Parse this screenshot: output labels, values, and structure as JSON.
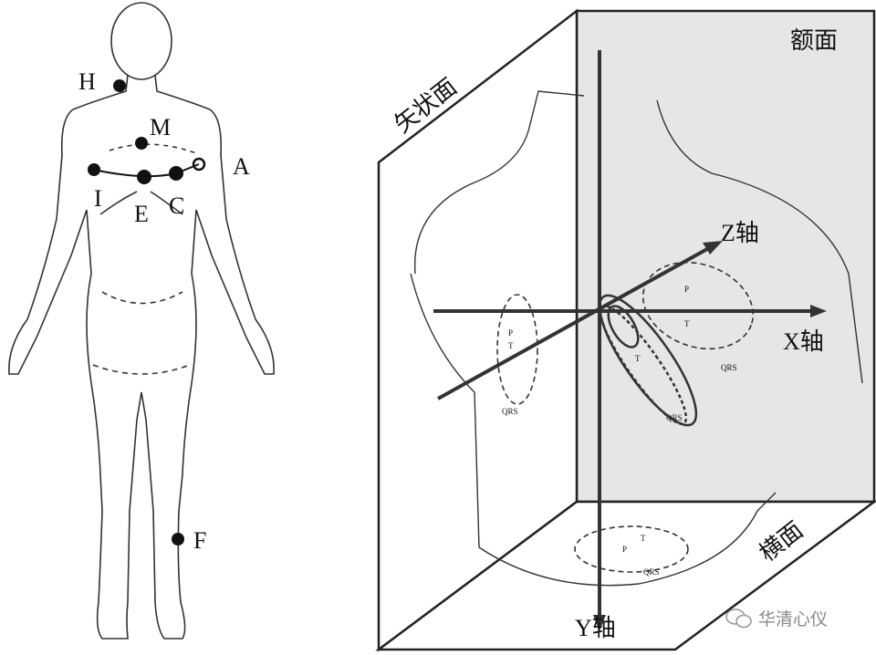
{
  "electrodes": [
    {
      "id": "H",
      "label": "H"
    },
    {
      "id": "M",
      "label": "M"
    },
    {
      "id": "I",
      "label": "I"
    },
    {
      "id": "E",
      "label": "E"
    },
    {
      "id": "C",
      "label": "C"
    },
    {
      "id": "A",
      "label": "A"
    },
    {
      "id": "F",
      "label": "F"
    }
  ],
  "planes": {
    "frontal": "额面",
    "sagittal": "矢状面",
    "horizontal": "横面"
  },
  "axes": {
    "x": "X轴",
    "y": "Y轴",
    "z": "Z轴"
  },
  "loop_labels": {
    "qrs": "QRS",
    "p": "P",
    "t": "T"
  },
  "watermark": "华清心仪",
  "colors": {
    "frontal_plane": "#e6e6e6",
    "line": "#222222"
  }
}
